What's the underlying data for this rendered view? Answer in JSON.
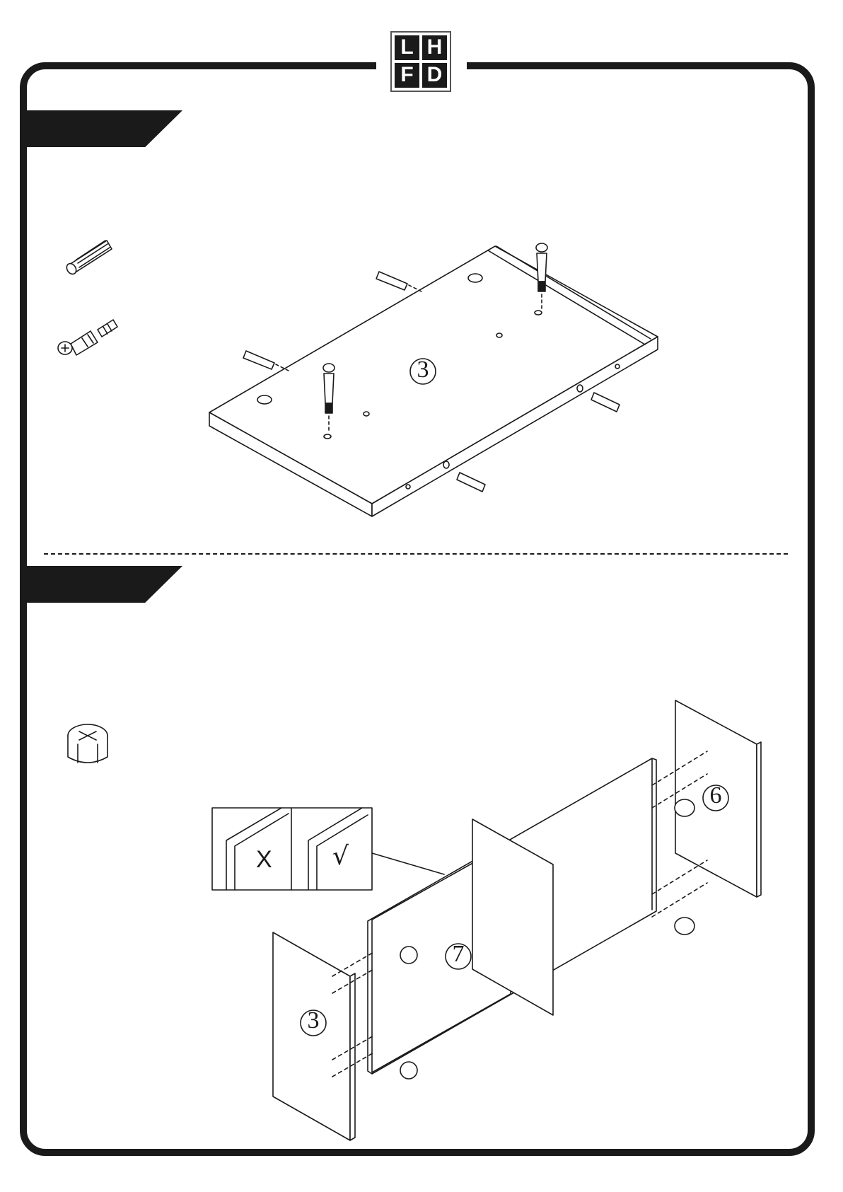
{
  "logo": {
    "letters": [
      "L",
      "H",
      "F",
      "D"
    ]
  },
  "step1": {
    "panel_number": "3"
  },
  "step2": {
    "panel_numbers": {
      "back": "6",
      "divider": "7",
      "front": "3"
    },
    "inset": {
      "wrong_mark": "X",
      "right_mark": "√"
    }
  },
  "colors": {
    "line": "#1a1a1a",
    "background": "#ffffff"
  }
}
